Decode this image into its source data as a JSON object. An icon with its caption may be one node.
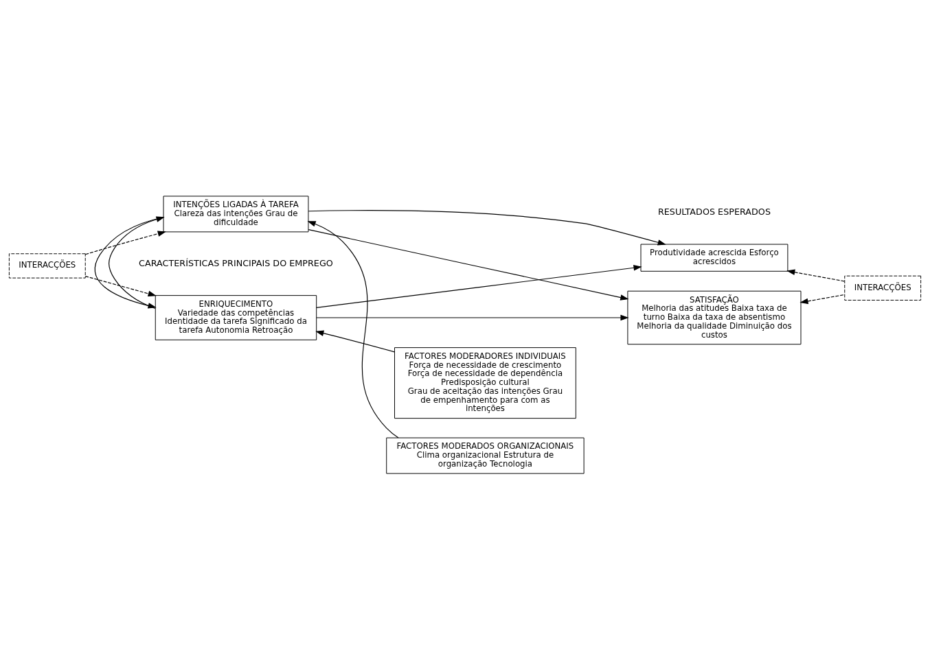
{
  "diagram": {
    "nodes": [
      {
        "text": [
          "FACTORES MODERADORES INDIVIDUAIS",
          "Força de necessidade de crescimento Força de necessidade de dependência Predisposição cultural",
          "Grau de aceitação das intenções Grau de empenhamento para com as intenções"
        ]
      },
      {
        "text": [
          "ENRIQUECIMENTO",
          "Variedade das competências Identidade da tarefa Significado da tarefa Autonomia Retroação"
        ]
      },
      {
        "text": [
          "INTENÇÕES LIGADAS À TAREFA",
          "Clareza das intenções Grau de dificuldade"
        ]
      },
      {
        "text": [
          "SATISFAÇÃO",
          "Melhoria das atitudes Baixa taxa de turno Baixa da taxa de absentismo Melhoria da qualidade Diminuição dos custos"
        ]
      },
      {
        "text": [
          "Produtividade acrescida Esforço acrescidos"
        ]
      },
      {
        "text": [
          "FACTORES MODERADOS ORGANIZACIONAIS",
          "Clima organizacional Estrutura de organização Tecnologia"
        ]
      },
      {
        "text": [
          "INTERACÇÕES"
        ]
      },
      {
        "text": [
          "INTERACÇÕES"
        ]
      }
    ],
    "edges": [
      {
        "from": 1,
        "to": 3,
        "arrow": "to"
      },
      {
        "from": 1,
        "to": 4,
        "arrow": "to"
      },
      {
        "from": 2,
        "to": 3,
        "arrow": "to"
      },
      {
        "from": 2,
        "to": 4,
        "arrow": "to"
      },
      {
        "from": 1,
        "to": 2,
        "arrow": "to"
      },
      {
        "from": 2,
        "to": 1,
        "arrow": "to"
      },
      {
        "from": 0,
        "to": 1,
        "arrow": "to"
      },
      {
        "from": 5,
        "to": 2,
        "arrow": "to"
      },
      {
        "from": 6,
        "to": 1,
        "arrow": "to",
        "style": "dashed"
      },
      {
        "from": 6,
        "to": 2,
        "arrow": "to",
        "style": "dashed"
      },
      {
        "from": 7,
        "to": 3,
        "arrow": "to",
        "style": "dashed"
      },
      {
        "from": 7,
        "to": 4,
        "arrow": "to",
        "style": "dashed"
      }
    ],
    "labels": [
      "CARACTERÍSTICAS PRINCIPAIS DO EMPREGO",
      "RESULTADOS ESPERADOS"
    ]
  }
}
